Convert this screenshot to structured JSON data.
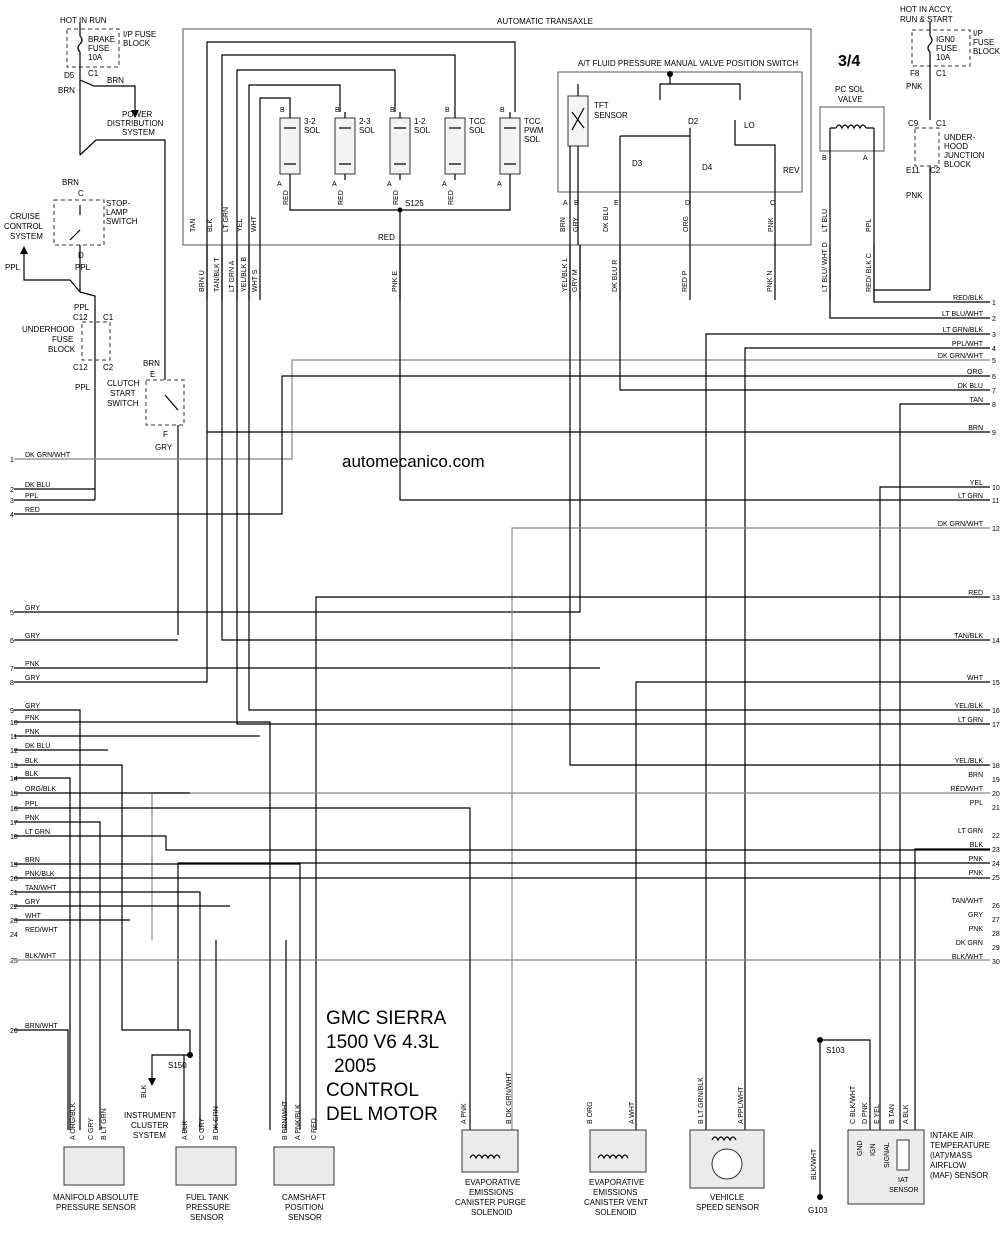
{
  "title": {
    "page_number": "3/4",
    "vehicle_lines": [
      "GMC SIERRA",
      "1500 V6 4.3L",
      "2005",
      "CONTROL",
      "DEL MOTOR"
    ],
    "watermark": "automecanico.com"
  },
  "top_left": {
    "hot_in_run": "HOT IN RUN",
    "ip_fuse_block": [
      "I/P FUSE",
      "BLOCK"
    ],
    "brake_fuse": [
      "BRAKE",
      "FUSE",
      "10A"
    ],
    "d5": "D5",
    "c1": "C1",
    "brn": "BRN",
    "power_distribution": [
      "POWER",
      "DISTRIBUTION",
      "SYSTEM"
    ],
    "stop_lamp_switch": [
      "STOP-",
      "LAMP",
      "SWITCH"
    ],
    "pin_c": "C",
    "pin_d": "D",
    "cruise_control": [
      "CRUISE",
      "CONTROL",
      "SYSTEM"
    ],
    "ppl": "PPL",
    "c12": "C12",
    "c2": "C2",
    "underhood_fuse": [
      "UNDERHOOD",
      "FUSE",
      "BLOCK"
    ],
    "clutch_start": [
      "CLUTCH",
      "START",
      "SWITCH"
    ],
    "pin_e": "E",
    "pin_f": "F",
    "gry": "GRY"
  },
  "top_right": {
    "hot_in_accy": [
      "HOT IN ACCY,",
      "RUN & START"
    ],
    "ign0_fuse": [
      "IGN0",
      "FUSE",
      "10A"
    ],
    "ip_fuse_block": [
      "I/P",
      "FUSE",
      "BLOCK"
    ],
    "f8": "F8",
    "c1": "C1",
    "pnk": "PNK",
    "c9": "C9",
    "e11": "E11",
    "c2": "C2",
    "underhood_junction": [
      "UNDER-",
      "HOOD",
      "JUNCTION",
      "BLOCK"
    ]
  },
  "transaxle": {
    "title": "AUTOMATIC TRANSAXLE",
    "solenoids": [
      {
        "name": [
          "3-2",
          "SOL"
        ]
      },
      {
        "name": [
          "2-3",
          "SOL"
        ]
      },
      {
        "name": [
          "1-2",
          "SOL"
        ]
      },
      {
        "name": [
          "TCC",
          "SOL"
        ]
      },
      {
        "name": [
          "TCC",
          "PWM",
          "SOL"
        ]
      }
    ],
    "pin_a": "A",
    "pin_b": "B",
    "wire_red": "RED",
    "s125": "S125",
    "switch_title": "A/T FLUID PRESSURE MANUAL VALVE POSITION SWITCH",
    "tft_sensor": [
      "TFT",
      "SENSOR"
    ],
    "positions": [
      "D2",
      "LO",
      "D3",
      "D4",
      "REV"
    ],
    "pc_sol_valve": [
      "PC SOL",
      "VALVE"
    ],
    "internal_wires": [
      "TAN",
      "BLK",
      "LT GRN",
      "YEL",
      "WHT",
      "BRN",
      "GRY",
      "DK BLU",
      "ORG",
      "PNK",
      "LT BLU",
      "PPL"
    ],
    "internal_pins": [
      "A",
      "B",
      "E",
      "D",
      "C",
      "B",
      "A"
    ],
    "harness_wires": [
      {
        "color": "BRN",
        "pin": "U"
      },
      {
        "color": "TAN/BLK",
        "pin": "T"
      },
      {
        "color": "LT GRN",
        "pin": "A"
      },
      {
        "color": "YEL/BLK",
        "pin": "B"
      },
      {
        "color": "WHT",
        "pin": "S"
      },
      {
        "color": "PNK",
        "pin": "E"
      },
      {
        "color": "YEL/BLK",
        "pin": "L"
      },
      {
        "color": "GRY",
        "pin": "M"
      },
      {
        "color": "DK BLU",
        "pin": "R"
      },
      {
        "color": "RED",
        "pin": "P"
      },
      {
        "color": "PNK",
        "pin": "N"
      },
      {
        "color": "LT BLU/ WHT",
        "pin": "D"
      },
      {
        "color": "RED/ BLK",
        "pin": "C"
      }
    ]
  },
  "left_connector": [
    {
      "num": "1",
      "color": "DK GRN/WHT"
    },
    {
      "num": "2",
      "color": "DK BLU"
    },
    {
      "num": "3",
      "color": "PPL"
    },
    {
      "num": "4",
      "color": "RED"
    },
    {
      "num": "5",
      "color": "GRY"
    },
    {
      "num": "6",
      "color": "GRY"
    },
    {
      "num": "7",
      "color": "PNK"
    },
    {
      "num": "8",
      "color": "GRY"
    },
    {
      "num": "9",
      "color": "GRY"
    },
    {
      "num": "10",
      "color": "PNK"
    },
    {
      "num": "11",
      "color": "PNK"
    },
    {
      "num": "12",
      "color": "DK BLU"
    },
    {
      "num": "13",
      "color": "BLK"
    },
    {
      "num": "14",
      "color": "BLK"
    },
    {
      "num": "15",
      "color": "ORG/BLK"
    },
    {
      "num": "16",
      "color": "PPL"
    },
    {
      "num": "17",
      "color": "PNK"
    },
    {
      "num": "18",
      "color": "LT GRN"
    },
    {
      "num": "19",
      "color": "BRN"
    },
    {
      "num": "20",
      "color": "PNK/BLK"
    },
    {
      "num": "21",
      "color": "TAN/WHT"
    },
    {
      "num": "22",
      "color": "GRY"
    },
    {
      "num": "23",
      "color": "WHT"
    },
    {
      "num": "24",
      "color": "RED/WHT"
    },
    {
      "num": "25",
      "color": "BLK/WHT"
    },
    {
      "num": "26",
      "color": "BRN/WHT"
    }
  ],
  "right_connector": [
    {
      "num": "1",
      "color": "RED/BLK"
    },
    {
      "num": "2",
      "color": "LT BLU/WHT"
    },
    {
      "num": "3",
      "color": "LT GRN/BLK"
    },
    {
      "num": "4",
      "color": "PPL/WHT"
    },
    {
      "num": "5",
      "color": "DK GRN/WHT"
    },
    {
      "num": "6",
      "color": "ORG"
    },
    {
      "num": "7",
      "color": "DK BLU"
    },
    {
      "num": "8",
      "color": "TAN"
    },
    {
      "num": "9",
      "color": "BRN"
    },
    {
      "num": "10",
      "color": "YEL"
    },
    {
      "num": "11",
      "color": "LT GRN"
    },
    {
      "num": "12",
      "color": "DK GRN/WHT"
    },
    {
      "num": "13",
      "color": "RED"
    },
    {
      "num": "14",
      "color": "TAN/BLK"
    },
    {
      "num": "15",
      "color": "WHT"
    },
    {
      "num": "16",
      "color": "YEL/BLK"
    },
    {
      "num": "17",
      "color": "LT GRN"
    },
    {
      "num": "18",
      "color": "YEL/BLK"
    },
    {
      "num": "19",
      "color": "BRN"
    },
    {
      "num": "20",
      "color": "RED/WHT"
    },
    {
      "num": "21",
      "color": "PPL"
    },
    {
      "num": "22",
      "color": "LT GRN"
    },
    {
      "num": "23",
      "color": "BLK"
    },
    {
      "num": "24",
      "color": "PNK"
    },
    {
      "num": "25",
      "color": "PNK"
    },
    {
      "num": "26",
      "color": "TAN/WHT"
    },
    {
      "num": "27",
      "color": "GRY"
    },
    {
      "num": "28",
      "color": "PNK"
    },
    {
      "num": "29",
      "color": "DK GRN"
    },
    {
      "num": "30",
      "color": "BLK/WHT"
    }
  ],
  "sensors": {
    "map": {
      "label": [
        "MANIFOLD ABSOLUTE",
        "PRESSURE SENSOR"
      ],
      "pins": [
        "A ORG/BLK",
        "C GRY",
        "B LT GRN"
      ]
    },
    "fuel_tank": {
      "label": [
        "FUEL TANK",
        "PRESSURE",
        "SENSOR"
      ],
      "pins": [
        "A BLK",
        "C GRY",
        "B DK GRN"
      ]
    },
    "camshaft": {
      "label": [
        "CAMSHAFT",
        "POSITION",
        "SENSOR"
      ],
      "pins": [
        "B BRN/WHT",
        "A PNK/BLK",
        "C RED"
      ]
    },
    "purge": {
      "label": [
        "EVAPORATIVE",
        "EMISSIONS",
        "CANISTER PURGE",
        "SOLENOID"
      ],
      "pins": [
        "A PNK",
        "B DK GRN/WHT"
      ]
    },
    "vent": {
      "label": [
        "EVAPORATIVE",
        "EMISSIONS",
        "CANISTER VENT",
        "SOLENOID"
      ],
      "pins": [
        "B ORG",
        "A WHT"
      ]
    },
    "vss": {
      "label": [
        "VEHICLE",
        "SPEED SENSOR"
      ],
      "pins": [
        "B LT GRN/BLK",
        "A PPL/WHT"
      ]
    },
    "iat": {
      "label": [
        "INTAKE AIR",
        "TEMPERATURE",
        "(IAT)/MASS",
        "AIRFLOW",
        "(MAF) SENSOR"
      ],
      "pins": [
        "C BLK/WHT",
        "D PNK",
        "E YEL",
        "B TAN",
        "A BLK"
      ],
      "inner": [
        "GND",
        "IGN",
        "SIGNAL",
        "IAT",
        "SENSOR"
      ]
    },
    "s150": "S150",
    "s103": "S103",
    "g103": "G103",
    "blk": "BLK",
    "blk_wht": "BLK/WHT",
    "instrument_cluster": [
      "INSTRUMENT",
      "CLUSTER",
      "SYSTEM"
    ]
  }
}
